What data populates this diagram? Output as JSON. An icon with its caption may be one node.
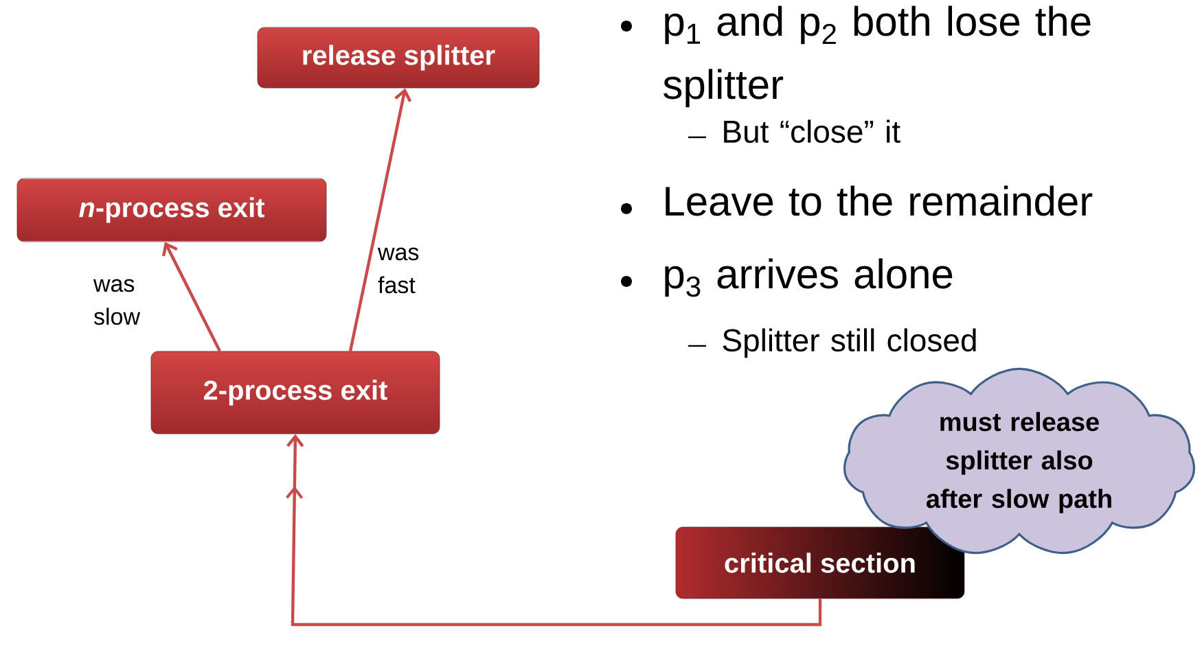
{
  "diagram": {
    "nodes": [
      {
        "text": [
          "release splitter"
        ]
      },
      {
        "text": [
          "*n*-process exit"
        ]
      },
      {
        "text": [
          "2-process exit"
        ]
      },
      {
        "text": [
          "critical section"
        ]
      },
      {
        "text": [
          "must release splitter also after slow path"
        ]
      }
    ],
    "edges": [
      {
        "from": 2,
        "to": 1,
        "arrow": "to",
        "label": "was slow"
      },
      {
        "from": 2,
        "to": 0,
        "arrow": "to",
        "label": "was fast"
      },
      {
        "from": 3,
        "to": 2,
        "arrow": "to"
      }
    ],
    "labels": [
      "p$_{1}$ and p$_{2}$ both lose the splitter",
      "But “close” it",
      "Leave to the remainder",
      "p$_{3}$ arrives alone",
      "Splitter still closed"
    ]
  }
}
